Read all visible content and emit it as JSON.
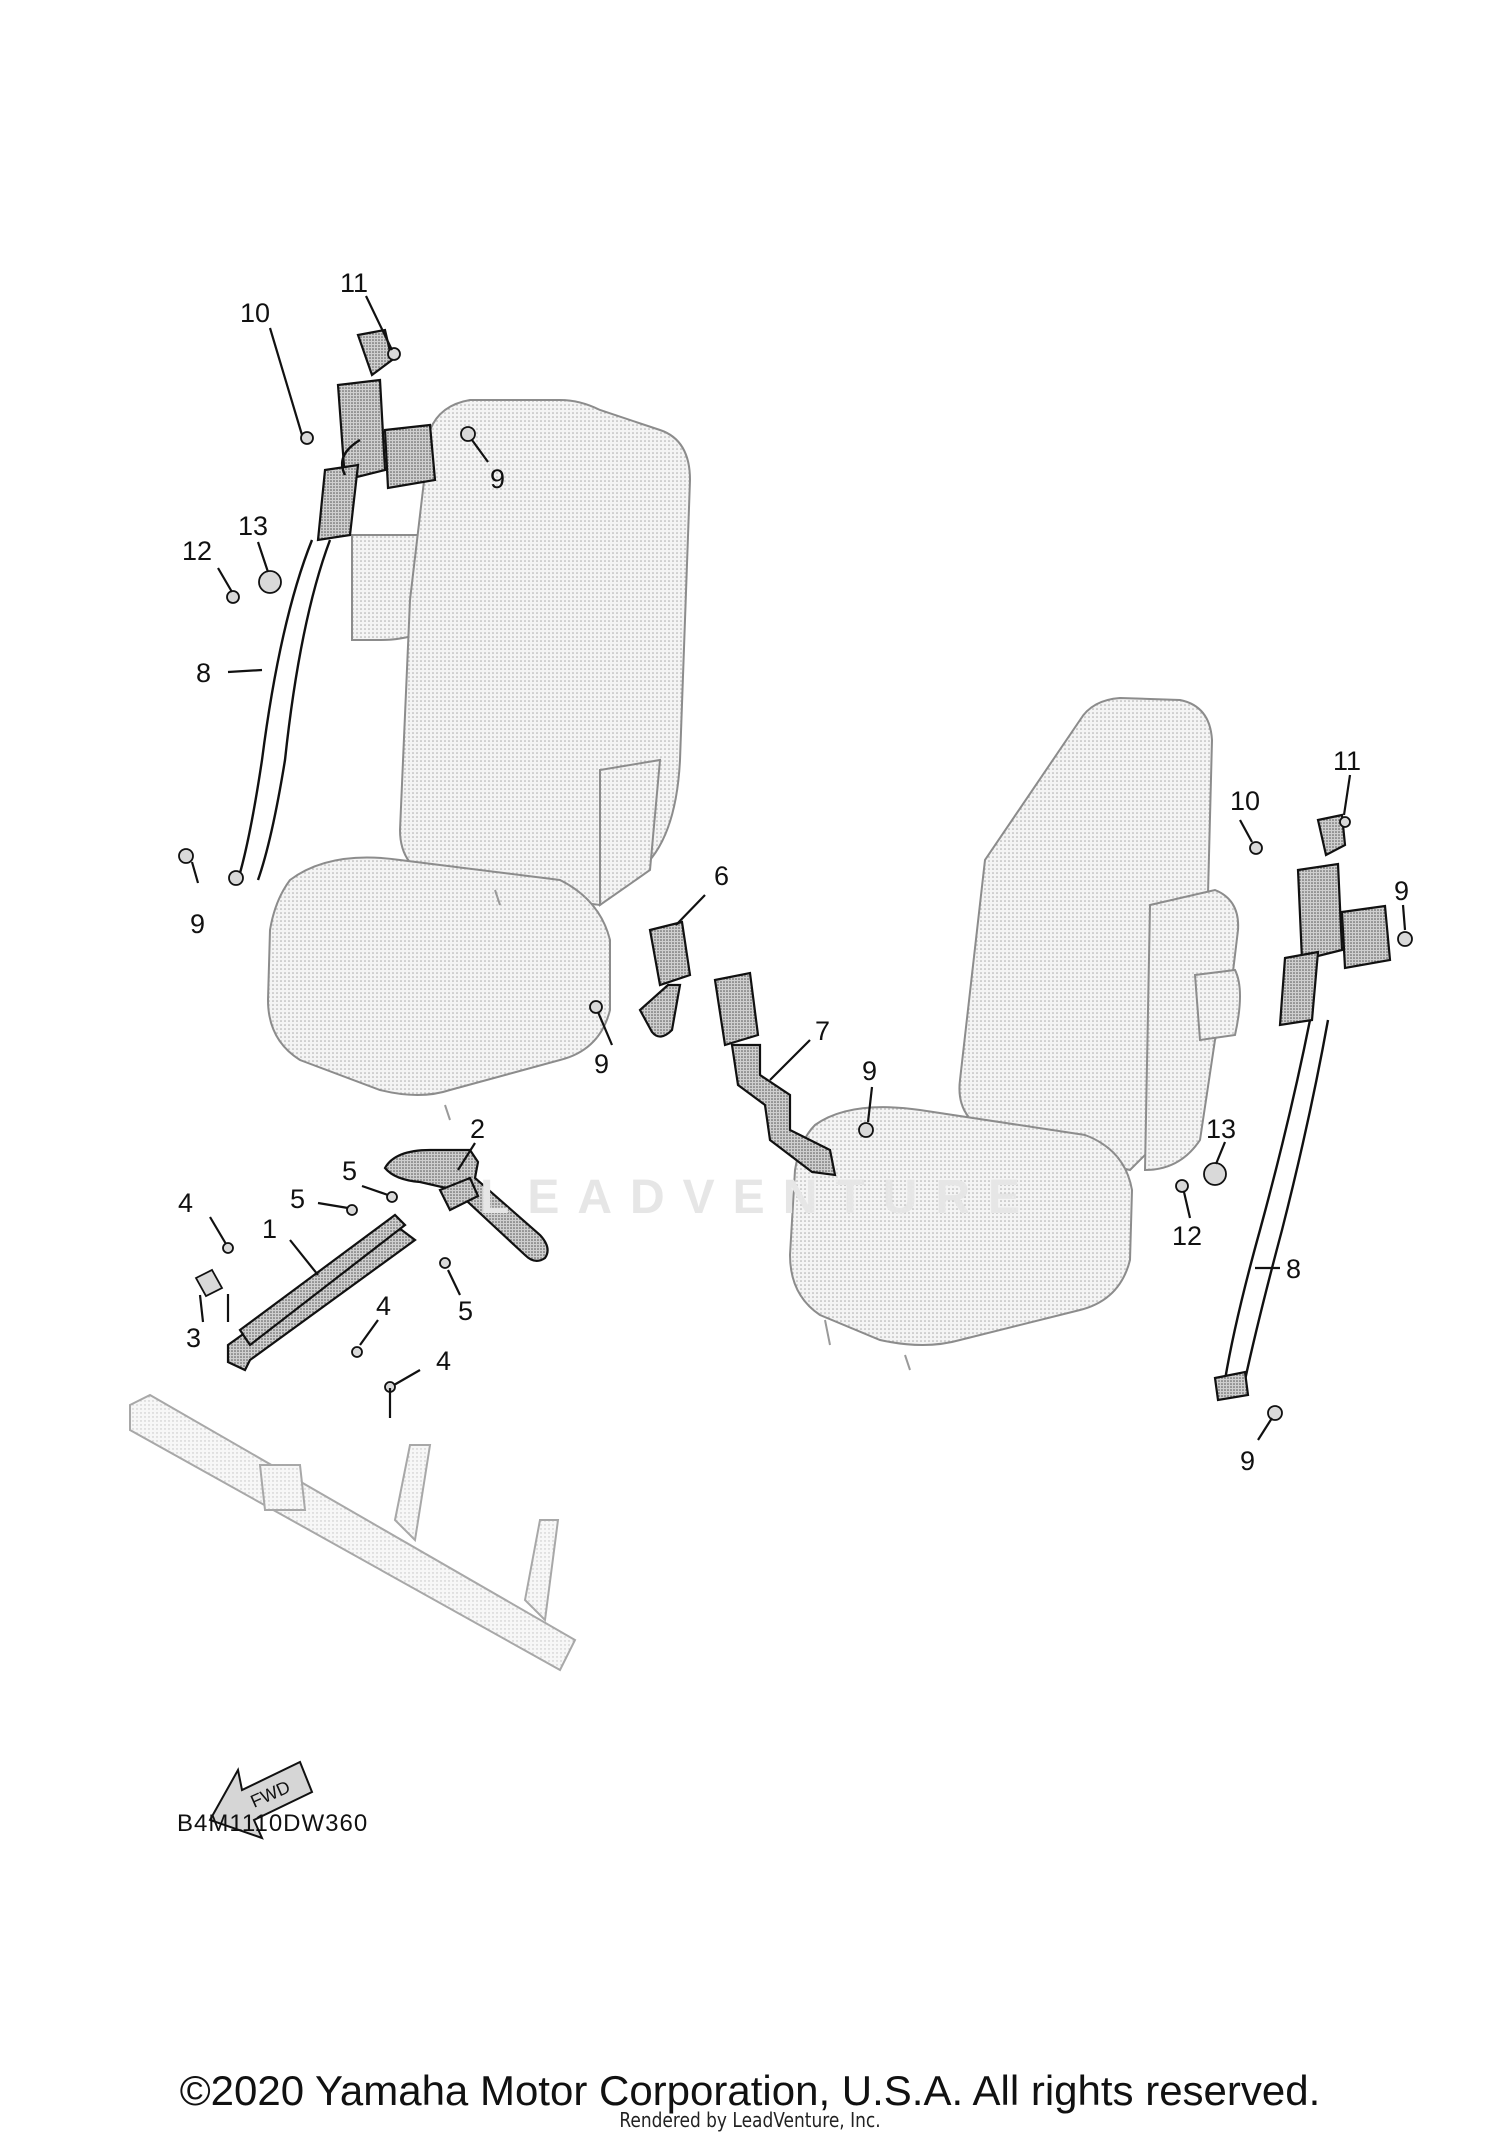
{
  "diagram": {
    "code": "B4M1110DW360",
    "fwd_label": "FWD",
    "callouts": [
      {
        "id": "c11a",
        "text": "11"
      },
      {
        "id": "c10a",
        "text": "10"
      },
      {
        "id": "c9a",
        "text": "9"
      },
      {
        "id": "c13a",
        "text": "13"
      },
      {
        "id": "c12a",
        "text": "12"
      },
      {
        "id": "c8a",
        "text": "8"
      },
      {
        "id": "c9b",
        "text": "9"
      },
      {
        "id": "c6",
        "text": "6"
      },
      {
        "id": "c9c",
        "text": "9"
      },
      {
        "id": "c7",
        "text": "7"
      },
      {
        "id": "c9d",
        "text": "9"
      },
      {
        "id": "c2",
        "text": "2"
      },
      {
        "id": "c5a",
        "text": "5"
      },
      {
        "id": "c5b",
        "text": "5"
      },
      {
        "id": "c4a",
        "text": "4"
      },
      {
        "id": "c1",
        "text": "1"
      },
      {
        "id": "c3",
        "text": "3"
      },
      {
        "id": "c5c",
        "text": "5"
      },
      {
        "id": "c4b",
        "text": "4"
      },
      {
        "id": "c4c",
        "text": "4"
      },
      {
        "id": "c11b",
        "text": "11"
      },
      {
        "id": "c10b",
        "text": "10"
      },
      {
        "id": "c9e",
        "text": "9"
      },
      {
        "id": "c13b",
        "text": "13"
      },
      {
        "id": "c12b",
        "text": "12"
      },
      {
        "id": "c8b",
        "text": "8"
      },
      {
        "id": "c9f",
        "text": "9"
      }
    ]
  },
  "footer": {
    "copyright": "©2020 Yamaha Motor Corporation, U.S.A. All rights reserved.",
    "rendered_by": "Rendered by LeadVenture, Inc."
  }
}
